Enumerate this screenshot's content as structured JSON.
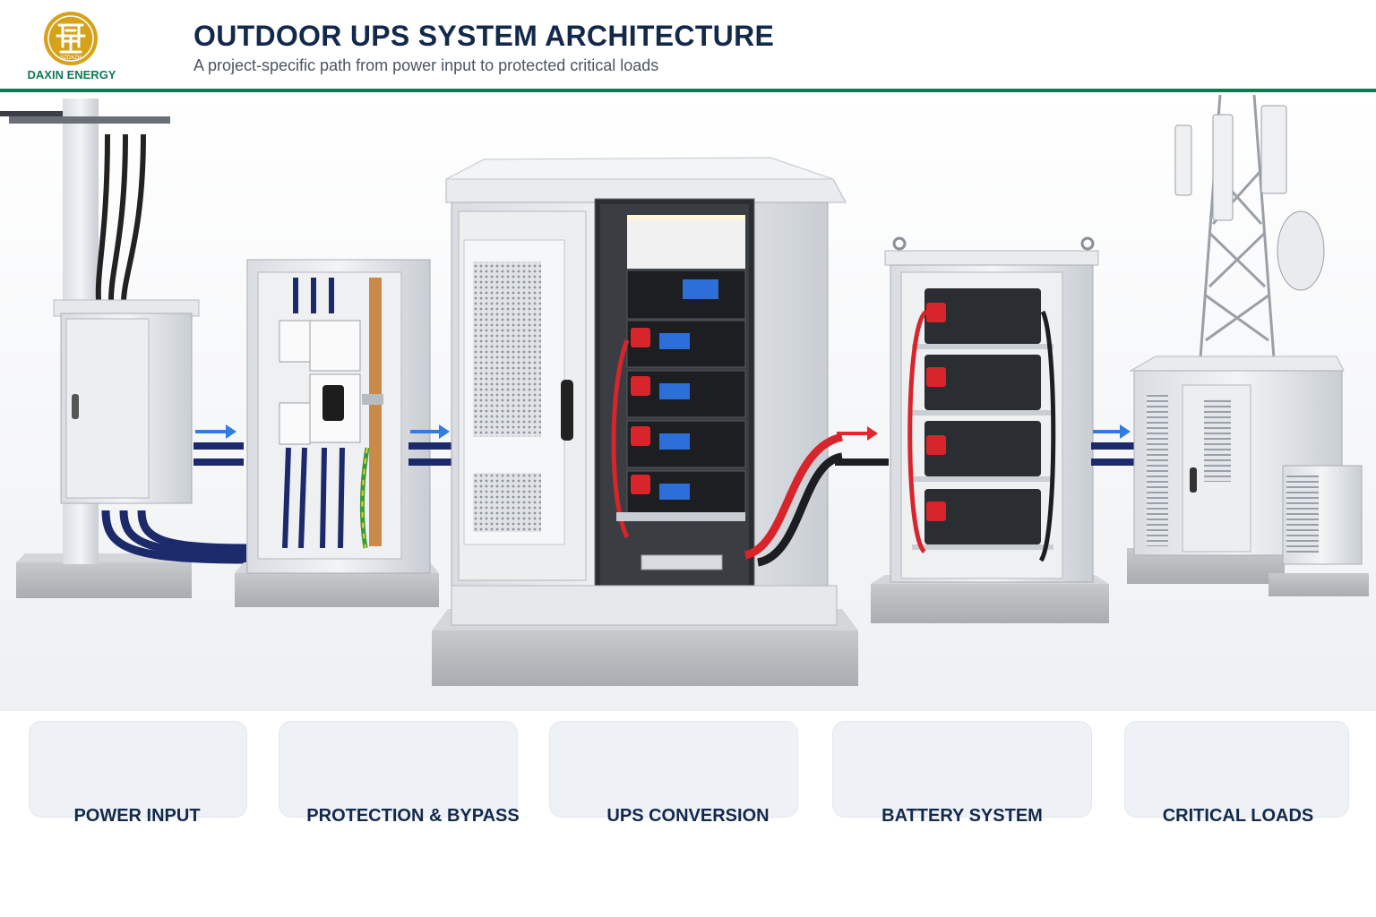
{
  "header": {
    "title": "OUTDOOR UPS SYSTEM ARCHITECTURE",
    "subtitle": "A project-specific path from power input to protected critical loads"
  },
  "logo": {
    "brand": "DAXIN ENERGY",
    "seal_text": "SZDXZH"
  },
  "stages": [
    {
      "label": "POWER INPUT"
    },
    {
      "label": "PROTECTION & BYPASS"
    },
    {
      "label": "UPS CONVERSION"
    },
    {
      "label": "BATTERY SYSTEM"
    },
    {
      "label": "CRITICAL LOADS"
    }
  ],
  "colors": {
    "title": "#13294b",
    "accent_rule": "#0f7a52",
    "logo_gold": "#d6a21a",
    "flow_arrow_blue": "#2f7de0",
    "flow_arrow_red": "#e3262b",
    "cable_blue": "#1c2a6b",
    "cable_red": "#d8242b"
  }
}
